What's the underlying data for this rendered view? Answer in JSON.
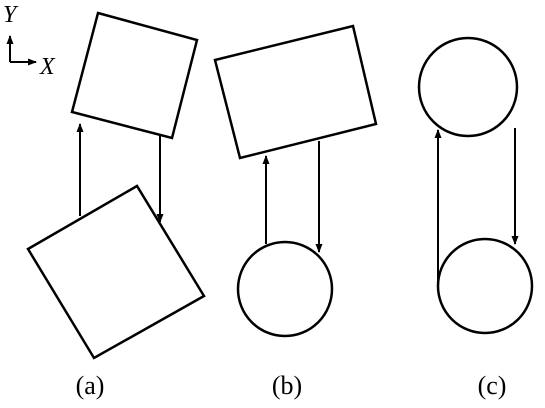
{
  "axes": {
    "y_label": "Y",
    "x_label": "X"
  },
  "panels": [
    {
      "id": "a",
      "caption": "(a)",
      "top_shape": "square",
      "bottom_shape": "square",
      "top_rotation_deg": 15,
      "bottom_rotation_deg": -30
    },
    {
      "id": "b",
      "caption": "(b)",
      "top_shape": "rectangle",
      "bottom_shape": "circle",
      "top_rotation_deg": -12
    },
    {
      "id": "c",
      "caption": "(c)",
      "top_shape": "circle",
      "bottom_shape": "circle"
    }
  ],
  "stroke_color": "#000000"
}
